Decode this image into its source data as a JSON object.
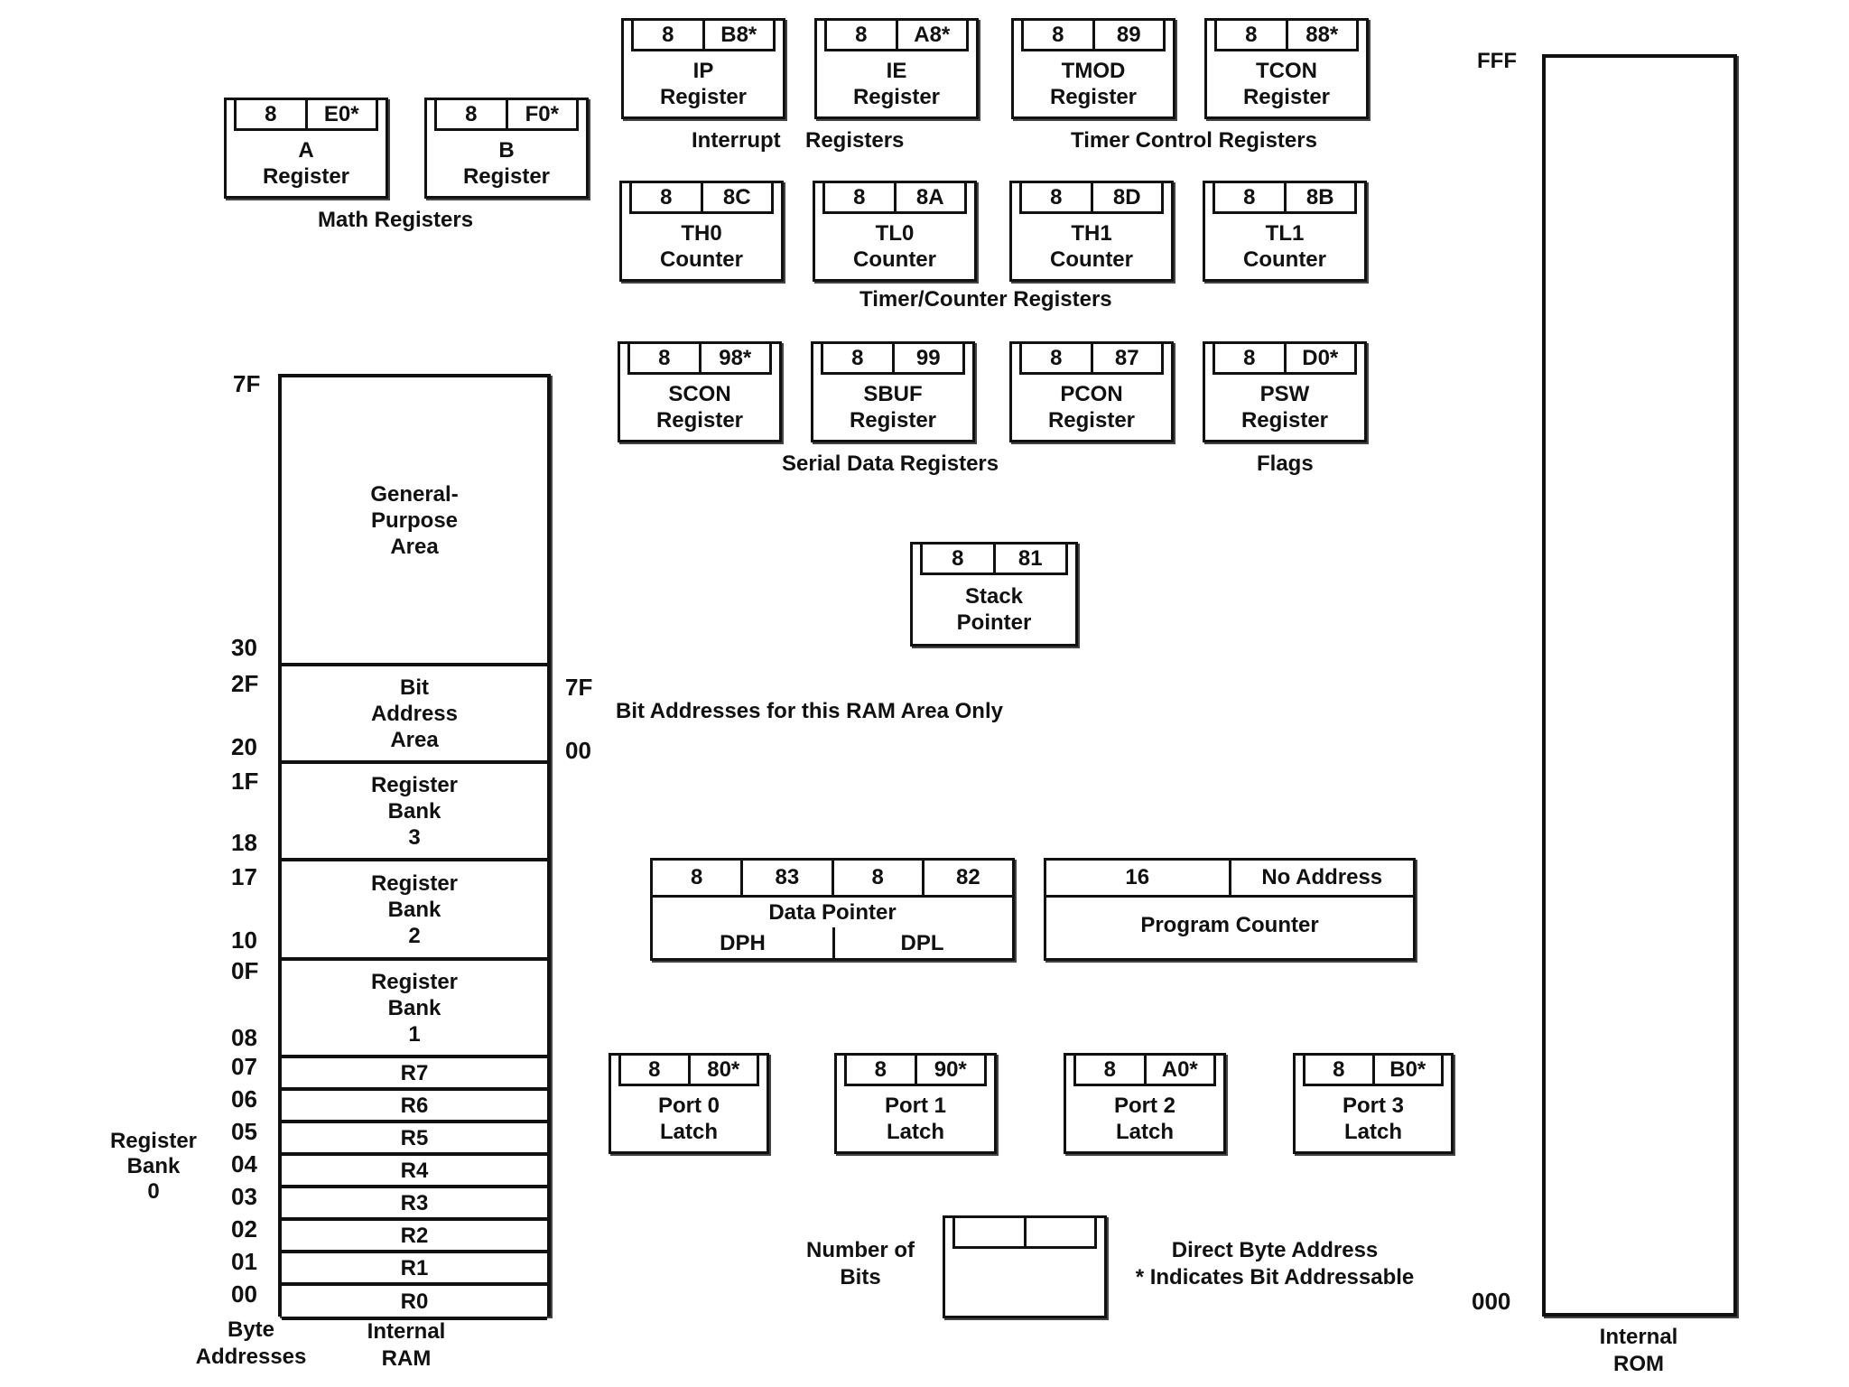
{
  "math_registers": {
    "label": "Math Registers",
    "a": {
      "bits": "8",
      "addr": "E0*",
      "name": [
        "A",
        "Register"
      ]
    },
    "b": {
      "bits": "8",
      "addr": "F0*",
      "name": [
        "B",
        "Register"
      ]
    }
  },
  "interrupt_registers": {
    "label_left": "Interrupt",
    "label_right": "Registers",
    "ip": {
      "bits": "8",
      "addr": "B8*",
      "name": [
        "IP",
        "Register"
      ]
    },
    "ie": {
      "bits": "8",
      "addr": "A8*",
      "name": [
        "IE",
        "Register"
      ]
    }
  },
  "timer_control_registers": {
    "label": "Timer Control Registers",
    "tmod": {
      "bits": "8",
      "addr": "89",
      "name": [
        "TMOD",
        "Register"
      ]
    },
    "tcon": {
      "bits": "8",
      "addr": "88*",
      "name": [
        "TCON",
        "Register"
      ]
    }
  },
  "timer_counter_registers": {
    "label": "Timer/Counter Registers",
    "th0": {
      "bits": "8",
      "addr": "8C",
      "name": [
        "TH0",
        "Counter"
      ]
    },
    "tl0": {
      "bits": "8",
      "addr": "8A",
      "name": [
        "TL0",
        "Counter"
      ]
    },
    "th1": {
      "bits": "8",
      "addr": "8D",
      "name": [
        "TH1",
        "Counter"
      ]
    },
    "tl1": {
      "bits": "8",
      "addr": "8B",
      "name": [
        "TL1",
        "Counter"
      ]
    }
  },
  "serial_data_registers": {
    "label": "Serial Data Registers",
    "scon": {
      "bits": "8",
      "addr": "98*",
      "name": [
        "SCON",
        "Register"
      ]
    },
    "sbuf": {
      "bits": "8",
      "addr": "99",
      "name": [
        "SBUF",
        "Register"
      ]
    },
    "pcon": {
      "bits": "8",
      "addr": "87",
      "name": [
        "PCON",
        "Register"
      ]
    }
  },
  "flags": {
    "label": "Flags",
    "psw": {
      "bits": "8",
      "addr": "D0*",
      "name": [
        "PSW",
        "Register"
      ]
    }
  },
  "stack_pointer": {
    "bits": "8",
    "addr": "81",
    "name": [
      "Stack",
      "Pointer"
    ]
  },
  "bit_address_note": {
    "high": "7F",
    "low": "00",
    "text": "Bit Addresses for this RAM Area Only"
  },
  "data_pointer": {
    "bits_high": "8",
    "addr_high": "83",
    "bits_low": "8",
    "addr_low": "82",
    "name": "Data Pointer",
    "dph": "DPH",
    "dpl": "DPL"
  },
  "program_counter": {
    "bits": "16",
    "addr": "No Address",
    "name": "Program Counter"
  },
  "ports": {
    "p0": {
      "bits": "8",
      "addr": "80*",
      "name": [
        "Port 0",
        "Latch"
      ]
    },
    "p1": {
      "bits": "8",
      "addr": "90*",
      "name": [
        "Port 1",
        "Latch"
      ]
    },
    "p2": {
      "bits": "8",
      "addr": "A0*",
      "name": [
        "Port 2",
        "Latch"
      ]
    },
    "p3": {
      "bits": "8",
      "addr": "B0*",
      "name": [
        "Port 3",
        "Latch"
      ]
    }
  },
  "legend": {
    "bits_label": [
      "Number of",
      "Bits"
    ],
    "addr_label": [
      "Direct Byte Address",
      "* Indicates Bit Addressable"
    ]
  },
  "internal_ram": {
    "label": [
      "Internal",
      "RAM"
    ],
    "byte_label": [
      "Byte",
      "Addresses"
    ],
    "bank0_label": [
      "Register",
      "Bank",
      "0"
    ],
    "general": {
      "name": [
        "General-",
        "Purpose",
        "Area"
      ],
      "high": "7F",
      "low": "30"
    },
    "bit_area": {
      "name": [
        "Bit",
        "Address",
        "Area"
      ],
      "high": "2F",
      "low": "20"
    },
    "bank3": {
      "name": [
        "Register",
        "Bank",
        "3"
      ],
      "high": "1F",
      "low": "18"
    },
    "bank2": {
      "name": [
        "Register",
        "Bank",
        "2"
      ],
      "high": "17",
      "low": "10"
    },
    "bank1": {
      "name": [
        "Register",
        "Bank",
        "1"
      ],
      "high": "0F",
      "low": "08"
    },
    "r_regs": [
      {
        "name": "R7",
        "addr": "07"
      },
      {
        "name": "R6",
        "addr": "06"
      },
      {
        "name": "R5",
        "addr": "05"
      },
      {
        "name": "R4",
        "addr": "04"
      },
      {
        "name": "R3",
        "addr": "03"
      },
      {
        "name": "R2",
        "addr": "02"
      },
      {
        "name": "R1",
        "addr": "01"
      },
      {
        "name": "R0",
        "addr": "00"
      }
    ]
  },
  "internal_rom": {
    "label": [
      "Internal",
      "ROM"
    ],
    "high": "FFF",
    "low": "000"
  }
}
